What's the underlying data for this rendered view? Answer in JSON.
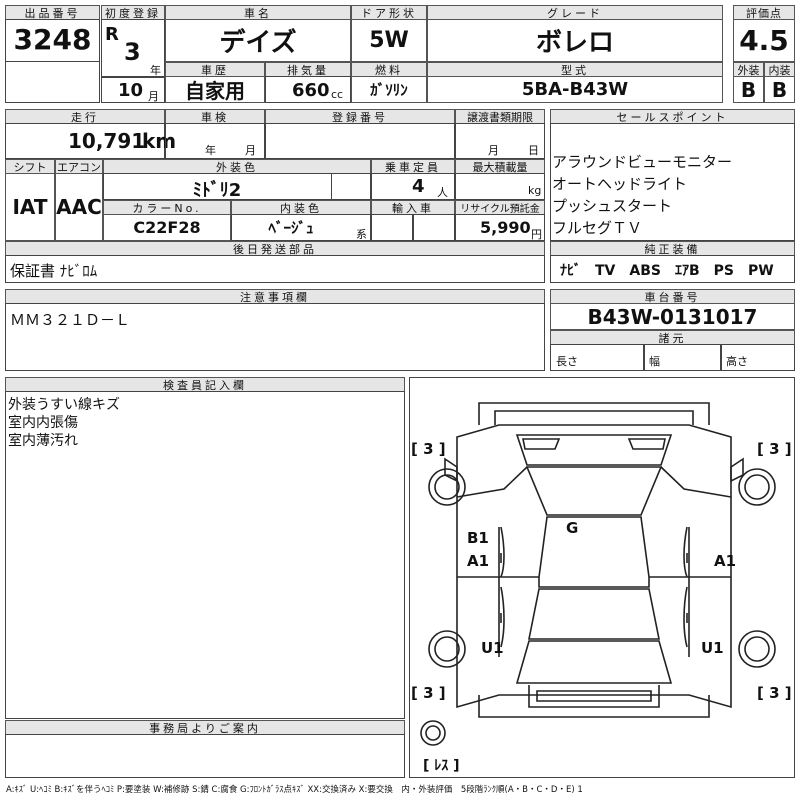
{
  "sheet": {
    "lot": {
      "label": "出品番号",
      "value": "3248"
    },
    "first_reg": {
      "label": "初度登録",
      "era": "R",
      "year": "3",
      "year_unit": "年",
      "month": "10",
      "month_unit": "月"
    },
    "car_name": {
      "label": "車名",
      "value": "デイズ"
    },
    "door": {
      "label": "ドア形状",
      "value": "5W"
    },
    "grade": {
      "label": "グレード",
      "value": "ボレロ"
    },
    "score": {
      "label": "評価点",
      "value": "4.5"
    },
    "exterior": {
      "label": "外装",
      "value": "B"
    },
    "interior": {
      "label": "内装",
      "value": "B"
    },
    "history": {
      "label": "車歴",
      "value": "自家用"
    },
    "displacement": {
      "label": "排気量",
      "value": "660",
      "unit": "cc"
    },
    "fuel": {
      "label": "燃料",
      "value": "ｶﾞｿﾘﾝ"
    },
    "model": {
      "label": "型式",
      "value": "5BA-B43W"
    },
    "mileage": {
      "label": "走行",
      "value": "10,791",
      "unit": "km"
    },
    "inspection": {
      "label": "車検",
      "year_unit": "年",
      "month_unit": "月"
    },
    "registration": {
      "label": "登録番号"
    },
    "transfer_deadline": {
      "label": "譲渡書類期限",
      "month_unit": "月",
      "day_unit": "日"
    },
    "shift": {
      "label": "シフト",
      "value": "IAT"
    },
    "aircon": {
      "label": "エアコン",
      "value": "AAC"
    },
    "color": {
      "label": "外装色",
      "value": "ﾐﾄﾞﾘ2"
    },
    "capacity": {
      "label": "乗車定員",
      "value": "4",
      "unit": "人"
    },
    "max_load": {
      "label": "最大積載量",
      "unit": "kg"
    },
    "color_no": {
      "label": "カラーNo.",
      "value": "C22F28"
    },
    "int_color": {
      "label": "内装色",
      "value": "ﾍﾞｰｼﾞｭ",
      "unit": "系"
    },
    "import": {
      "label": "輸入車"
    },
    "recycle": {
      "label": "リサイクル預託金",
      "value": "5,990",
      "unit": "円"
    },
    "later_parts": {
      "label": "後日発送部品",
      "value": "保証書 ﾅﾋﾞﾛﾑ"
    },
    "sales_points": {
      "label": "セールスポイント",
      "items": [
        "アラウンドビューモニター",
        "オートヘッドライト",
        "プッシュスタート",
        "フルセグＴＶ"
      ]
    },
    "equipment": {
      "label": "純正装備",
      "value": "ﾅﾋﾞ　TV　ABS　ｴｱB　PS　PW"
    },
    "caution": {
      "label": "注意事項欄",
      "value": "ＭＭ３２１Ｄ－Ｌ"
    },
    "chassis": {
      "label": "車台番号",
      "value": "B43W-0131017"
    },
    "specs": {
      "label": "諸元",
      "length": "長さ",
      "width": "幅",
      "height": "高さ"
    },
    "inspector": {
      "label": "検査員記入欄",
      "lines": [
        "外装うすい線キズ",
        "室内内張傷",
        "室内薄汚れ"
      ]
    },
    "office": {
      "label": "事務局よりご案内"
    },
    "legend": "A:ｷｽﾞ U:ﾍｺﾐ B:ｷｽﾞを伴うﾍｺﾐ P:要塗装 W:補修跡 S:錆 C:腐食 G:ﾌﾛﾝﾄｶﾞﾗｽ点ｷｽﾞ XX:交換済み X:要交換　内・外装評価　5段階ﾗﾝｸ順(A・B・C・D・E) 1"
  },
  "diagram": {
    "tire_fl": "[ 3 ]",
    "tire_fr": "[ 3 ]",
    "tire_rl": "[ 3 ]",
    "tire_rr": "[ 3 ]",
    "spare": "[ ﾚｽ ]",
    "mark_g": "G",
    "mark_b1": "B1",
    "mark_a1_l": "A1",
    "mark_a1_r": "A1",
    "mark_u1_l": "U1",
    "mark_u1_r": "U1"
  }
}
